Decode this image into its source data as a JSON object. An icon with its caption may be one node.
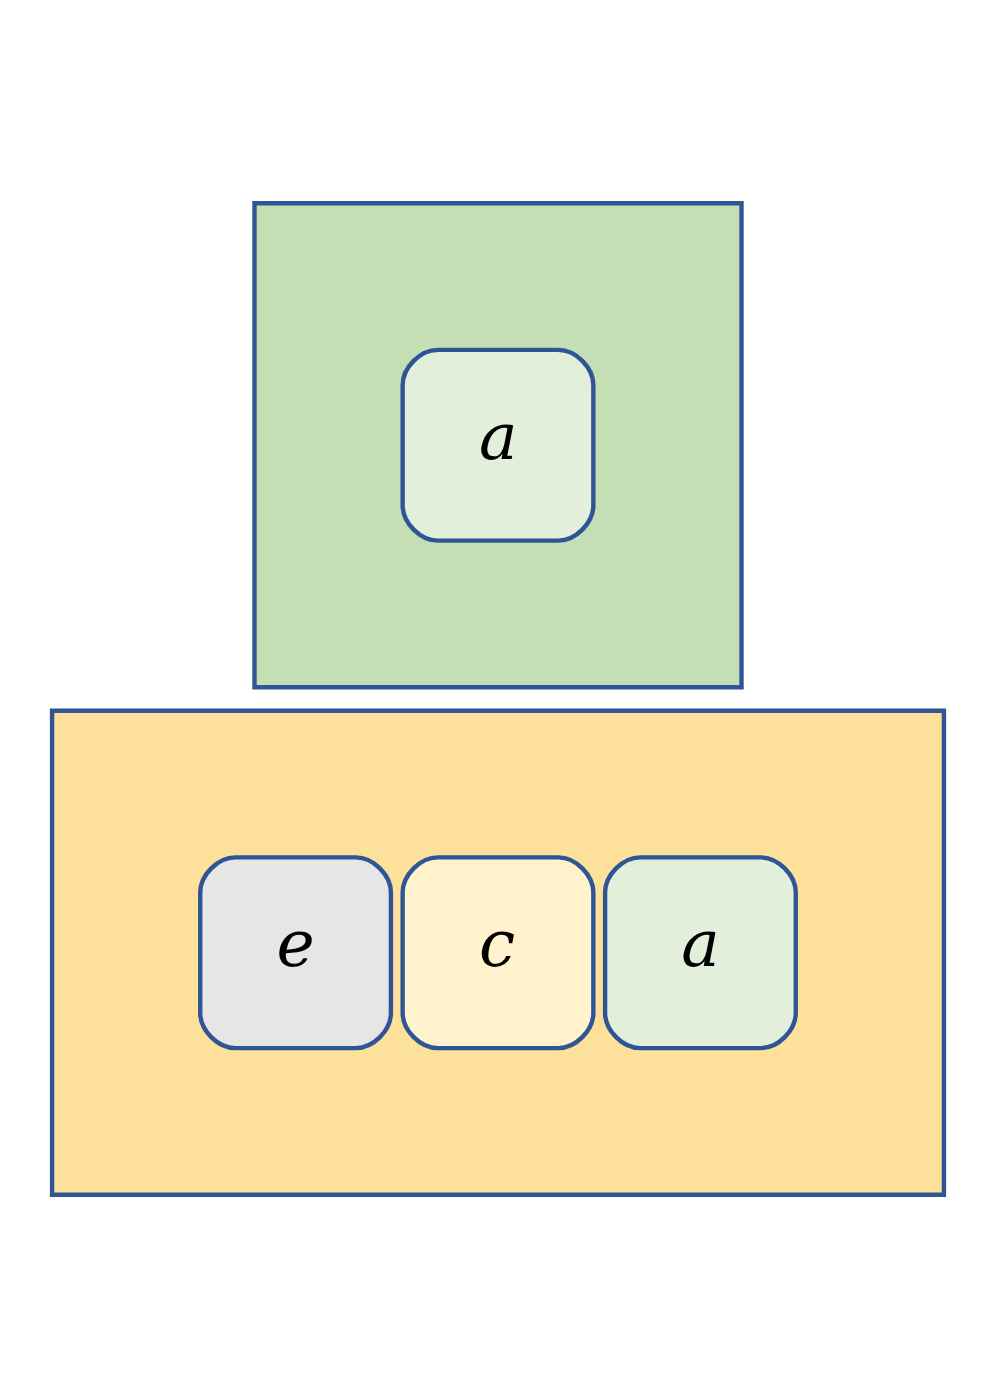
{
  "diagram": {
    "nodes": [
      {
        "text": [],
        "shape": "box"
      },
      {
        "text": [
          "a"
        ],
        "in": 0
      },
      {
        "text": [],
        "shape": "box"
      },
      {
        "text": [
          "a"
        ],
        "in": 2
      },
      {
        "text": [
          "c"
        ],
        "in": 2
      },
      {
        "text": [
          "e"
        ],
        "in": 2
      }
    ]
  }
}
